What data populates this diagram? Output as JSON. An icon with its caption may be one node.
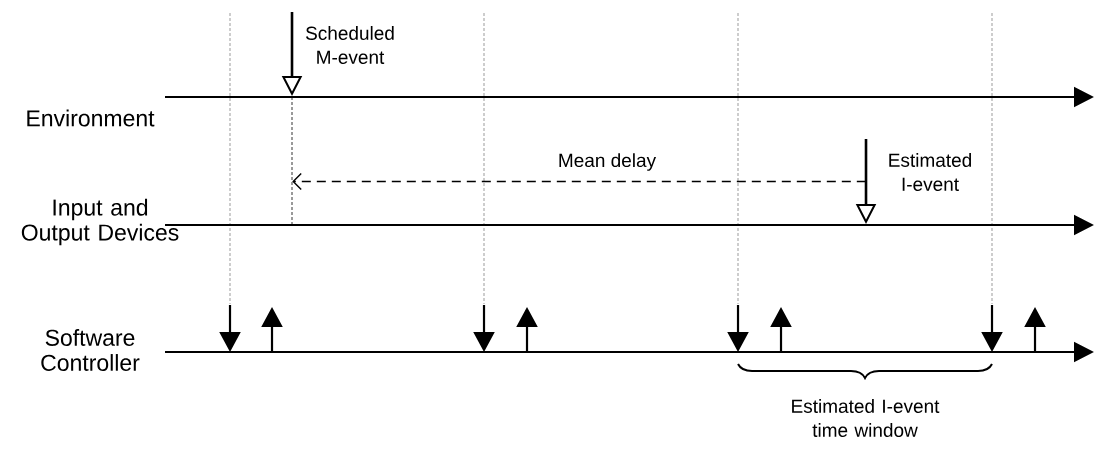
{
  "diagram": {
    "nodes": [
      {
        "text": [
          "Scheduled M-event"
        ]
      },
      {
        "text": [
          "Estimated I-event"
        ]
      },
      {
        "text": [],
        "shape": "arrow"
      },
      {
        "text": [],
        "shape": "line"
      },
      {
        "text": [],
        "shape": "arrow"
      }
    ],
    "edges": [
      {
        "from": 4,
        "to": 3,
        "arrow": "to",
        "style": "dashed",
        "label": "Mean delay"
      }
    ],
    "labels": [
      "Environment",
      "Input and Output Devices",
      "Software Controller",
      "Estimated I-event time window"
    ]
  }
}
